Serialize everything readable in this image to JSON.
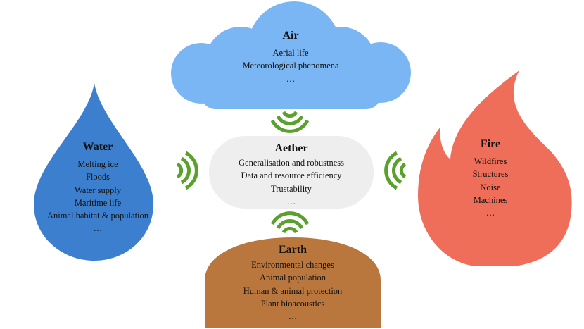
{
  "nodes": {
    "air": {
      "title": "Air",
      "items": [
        "Aerial life",
        "Meteorological phenomena",
        "…"
      ],
      "color": "#7ab6f3"
    },
    "water": {
      "title": "Water",
      "items": [
        "Melting ice",
        "Floods",
        "Water supply",
        "Maritime life",
        "Animal habitat & population",
        "…"
      ],
      "color": "#3c7fce"
    },
    "fire": {
      "title": "Fire",
      "items": [
        "Wildfires",
        "Structures",
        "Noise",
        "Machines",
        "…"
      ],
      "color": "#ee6e5a"
    },
    "aether": {
      "title": "Aether",
      "items": [
        "Generalisation and robustness",
        "Data and resource efficiency",
        "Trustability",
        "…"
      ],
      "color": "#eeeeee"
    },
    "earth": {
      "title": "Earth",
      "items": [
        "Environmental changes",
        "Animal population",
        "Human & animal protection",
        "Plant bioacoustics",
        "…"
      ],
      "color": "#b9773e"
    }
  },
  "wave_color": "#5aa02c"
}
